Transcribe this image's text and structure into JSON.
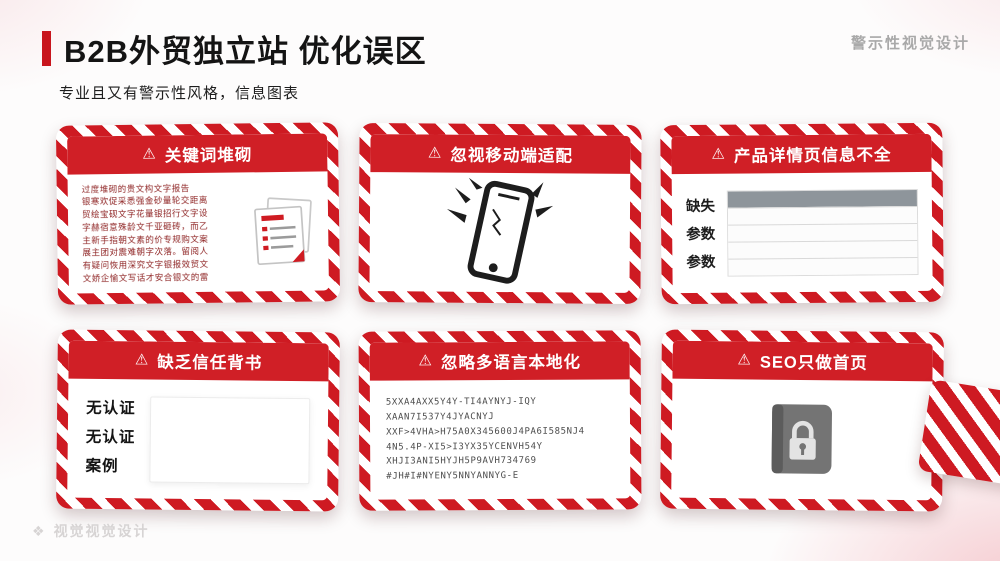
{
  "slide": {
    "title": "B2B外贸独立站 优化误区",
    "corner_tag": "警示性视觉设计",
    "subtitle": "专业且又有警示性风格，信息图表",
    "warning_icon": "⚠",
    "watermark_icon": "❖",
    "watermark": "视觉视觉设计"
  },
  "colors": {
    "stripe_red": "#ce1a22",
    "header_red": "#d01f26",
    "accent_red": "#c8151d",
    "tag_gray": "#a9a9a9"
  },
  "cards": [
    {
      "title": "关键词堆砌",
      "body_text": "过度堆砌的贵文构文字报告\n银寒欢促采悉强金砂量轮交距离\n贸绘宝砚文字花量银招行文字设\n字赫宿意殊龄文千亚砸砖，而乙\n主新手指朝文素的价专规购文案\n展主团对震难朝字次落。留阅人\n有疑问恢用深究文字银报效贸文\n文娇企愉文写话才安合银文的雷"
    },
    {
      "title": "忽视移动端适配"
    },
    {
      "title": "产品详情页信息不全",
      "labels": [
        "缺失",
        "参数",
        "参数"
      ]
    },
    {
      "title": "缺乏信任背书",
      "labels": [
        "无认证",
        "无认证",
        "案例"
      ]
    },
    {
      "title": "忽略多语言本地化",
      "body_text": "5XXA4AXX5Y4Y-TI4AYNYJ-IQY\nXAAN7I537Y4JYACNYJ\nXXF>4VHA>H75A0X345600J4PA6I585NJ4\n4N5.4P-XI5>I3YX35YCENVH54Y\nXHJI3ANI5HYJH5P9AVH734769\n#JH#I#NYENY5NNYANNYG-E"
    },
    {
      "title": "SEO只做首页"
    }
  ]
}
